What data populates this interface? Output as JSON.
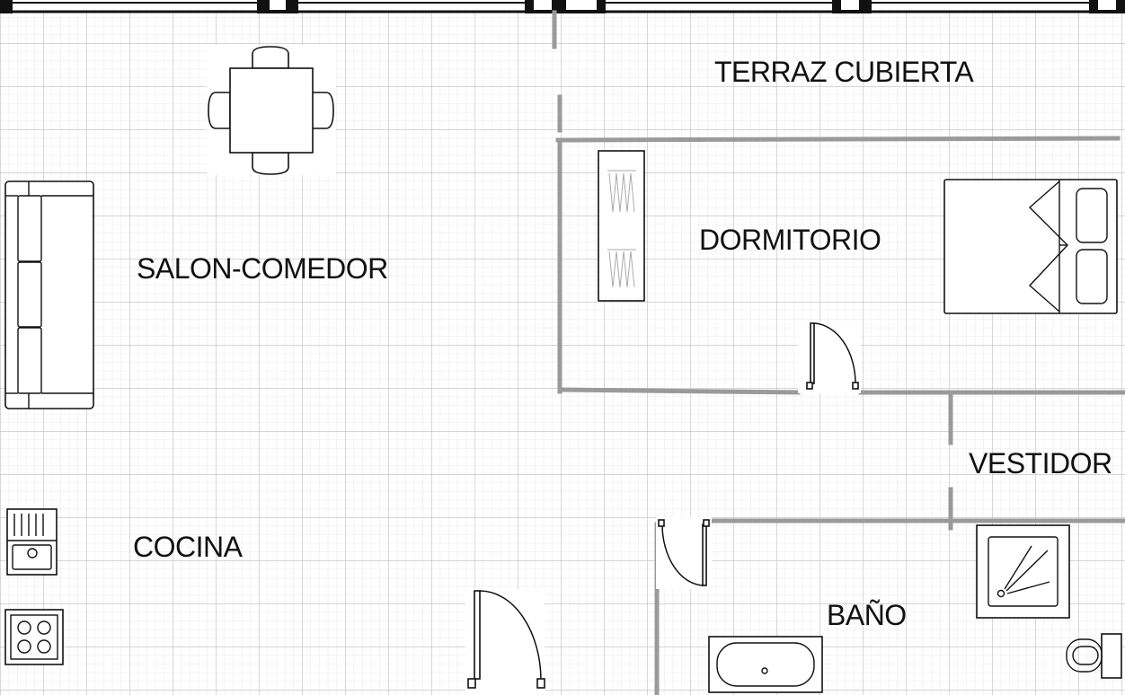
{
  "plan": {
    "rooms": {
      "terraza": "TERRAZ CUBIERTA",
      "dormitorio": "DORMITORIO",
      "salon": "SALON-COMEDOR",
      "vestidor": "VESTIDOR",
      "cocina": "COCINA",
      "bano": "BAÑO"
    }
  },
  "colors": {
    "grid_minor": "#e4e4e4",
    "grid_major": "#bdbdbd",
    "wall": "#9a9a9a",
    "line": "#111111"
  }
}
